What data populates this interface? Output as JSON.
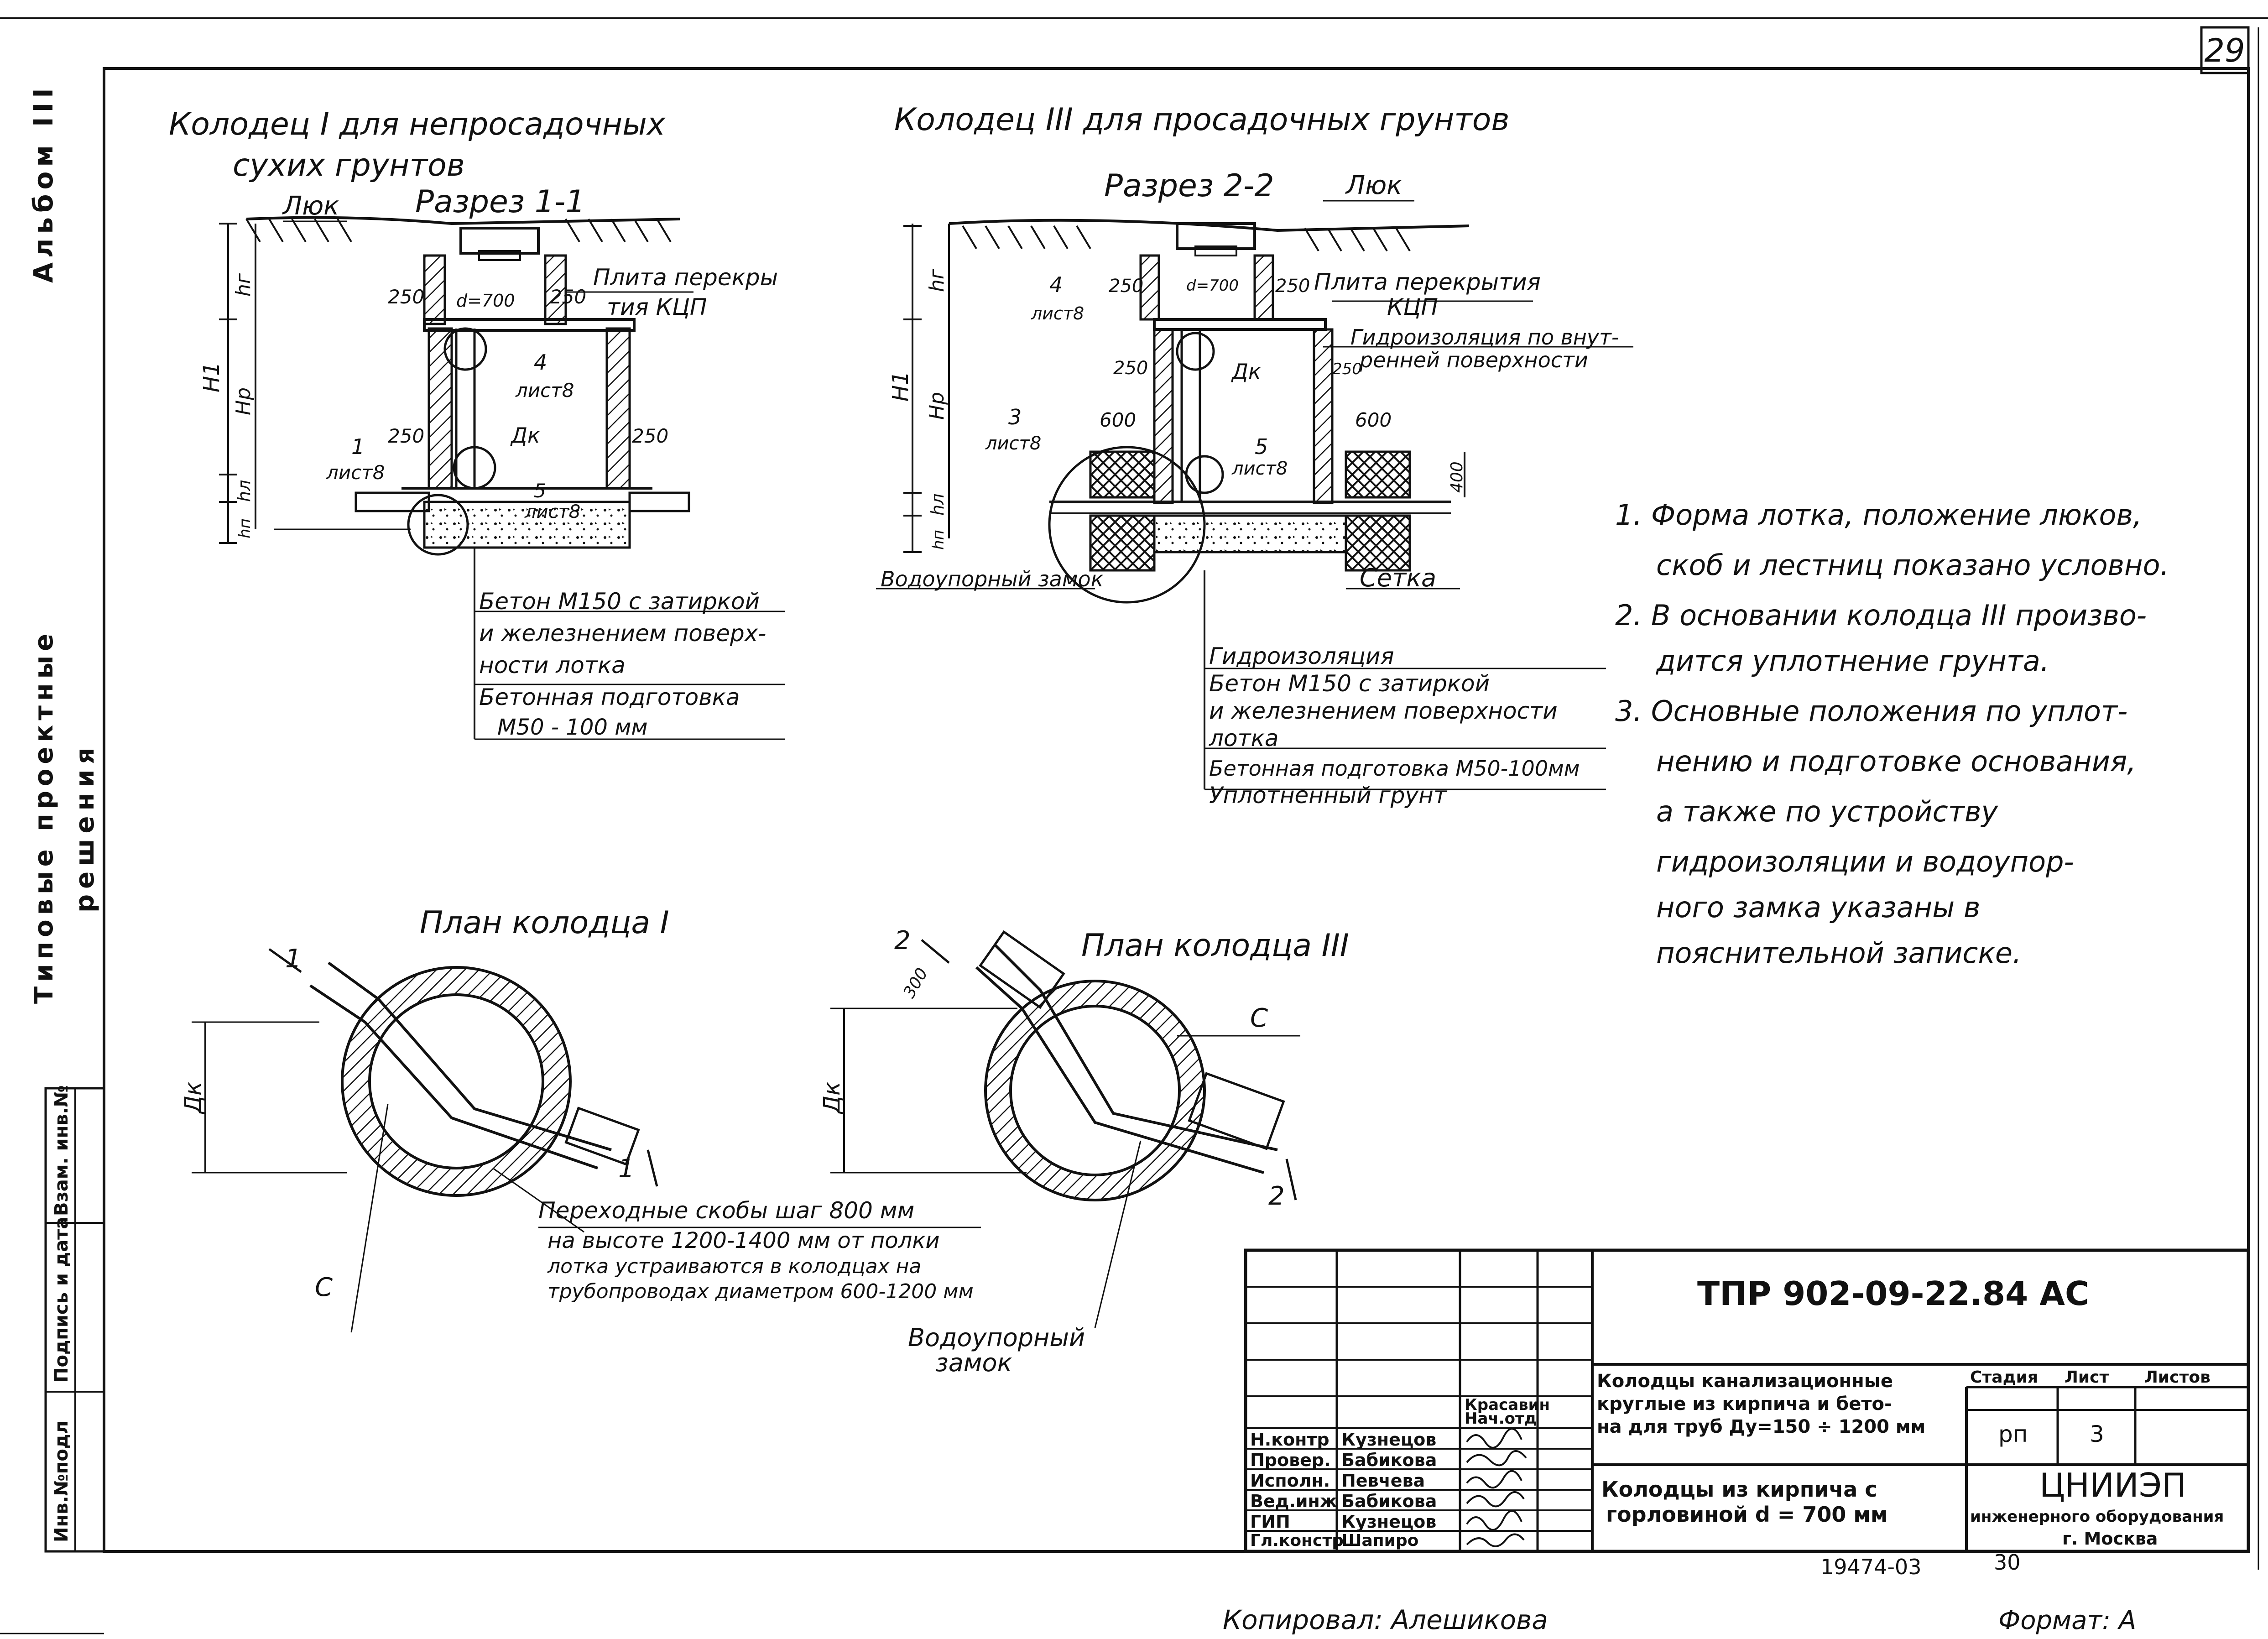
{
  "page_number": "29",
  "side_album": "Альбом III",
  "side_series_1": "Типовые проектные",
  "side_series_2": "решения",
  "side_cols": [
    "Инв.№подл",
    "Подпись и дата",
    "Взам. инв.№"
  ],
  "well1": {
    "title_1": "Колодец I для непросадочных",
    "title_2": "сухих грунтов",
    "section": "Разрез 1-1",
    "luk": "Люк",
    "slab_1": "Плита перекры",
    "slab_2": "тия КЦП",
    "d_label": "d=700",
    "dim_250": "250",
    "hg": "hг",
    "hp": "Hр",
    "H1": "H1",
    "hl": "hл",
    "hp2": "hп",
    "dk": "Дк",
    "ref4": "4",
    "ref1": "1",
    "ref5": "5",
    "sheet8": "лист8",
    "notes": [
      "Бетон М150 с затиркой",
      "и железнением поверх-",
      "ности лотка",
      "Бетонная подготовка",
      "М50 - 100 мм"
    ]
  },
  "well3": {
    "title": "Колодец III для просадочных грунтов",
    "section": "Разрез 2-2",
    "luk": "Люк",
    "slab_1": "Плита перекрытия",
    "slab_2": "КЦП",
    "d_label": "d=700",
    "dim_250": "250",
    "dim_600": "600",
    "dim_400": "400",
    "hydro_1": "Гидроизоляция по внут-",
    "hydro_2": "ренней поверхности",
    "dk": "Дк",
    "ref4": "4",
    "ref3": "3",
    "ref5": "5",
    "sheet8": "лист8",
    "water_lock": "Водоупорный замок",
    "mesh": "Сетка",
    "hg": "hг",
    "hp": "Hр",
    "H1": "H1",
    "hl": "hл",
    "hp2": "hп",
    "notes": [
      "Гидроизоляция",
      "Бетон М150 с затиркой",
      "и железнением поверхности",
      "лотка",
      "Бетонная подготовка М50-100мм",
      "Уплотненный грунт"
    ]
  },
  "general_notes": [
    "1. Форма лотка, положение люков,",
    "скоб и лестниц показано условно.",
    "2. В основании колодца III производится уплотнение грунта.",
    "3. Основные положения по уплотнению и подготовке основания,",
    "а также по устройству",
    "гидроизоляции и водоупорного замка указаны в",
    "пояснительной записке."
  ],
  "notes_lines": [
    "1.  Форма лотка, положение люков,",
    "скоб и лестниц показано условно.",
    "2.  В основании колодца III произво-",
    "дится уплотнение грунта.",
    "3.  Основные положения по уплот-",
    "нению и подготовке основания,",
    "а также по устройству",
    "гидроизоляции и водоупор-",
    "ного замка указаны в",
    "пояснительной записке."
  ],
  "plan1": {
    "title": "План колодца I",
    "dk": "Дк",
    "c": "С",
    "cut_top": "1",
    "cut_bottom": "1"
  },
  "plan3": {
    "title": "План колодца III",
    "dk": "Дк",
    "c": "С",
    "cut_top": "2",
    "cut_bottom": "2",
    "dim_300": "300"
  },
  "bracket_note": [
    "Переходные скобы шаг 800 мм",
    "на высоте 1200-1400 мм от полки",
    "лотка устраиваются в колодцах на",
    "трубопроводах диаметром 600-1200 мм"
  ],
  "water_lock_plan_1": "Водоупорный",
  "water_lock_plan_2": "замок",
  "title_block": {
    "code": "ТПР 902-09-22.84  АС",
    "roles": [
      "Н.контр",
      "Провер.",
      "Исполн.",
      "Вед.инж",
      "ГИП",
      "Гл.констр",
      "Нач.отд"
    ],
    "names": [
      "Кузнецов",
      "Бабикова",
      "Певчева",
      "Бабикова",
      "Кузнецов",
      "Шапиро",
      "Красавин"
    ],
    "desc_1": "Колодцы канализационные",
    "desc_2": "круглые из кирпича и бето-",
    "desc_3": "на для труб Ду=150 ÷ 1200 мм",
    "stage_h": "Стадия",
    "sheet_h": "Лист",
    "sheets_h": "Листов",
    "stage": "рп",
    "sheet": "3",
    "sheets": "",
    "subtitle_1": "Колодцы из кирпича с",
    "subtitle_2": "горловиной d = 700 мм",
    "org_1": "ЦНИИЭП",
    "org_2": "инженерного оборудования",
    "org_3": "г. Москва"
  },
  "bottom_code": "19474-03",
  "bottom_num": "30",
  "copied": "Копировал: Алешикова",
  "format": "Формат: А"
}
